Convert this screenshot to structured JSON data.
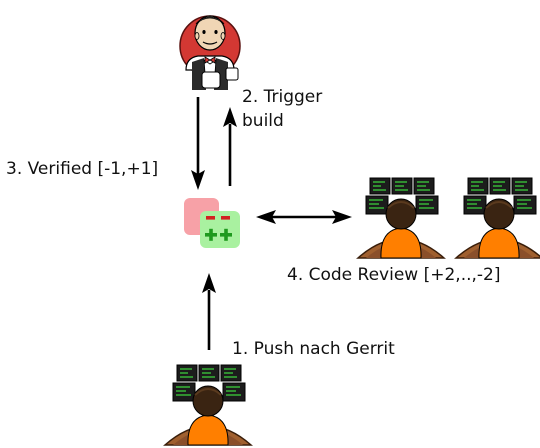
{
  "labels": {
    "trigger_line1": "2. Trigger",
    "trigger_line2": "build",
    "verified": "3. Verified [-1,+1]",
    "code_review": "4. Code Review [+2,..,-2]",
    "push": "1. Push nach Gerrit"
  },
  "gerrit_icon": {
    "minus_glyph": "−−",
    "plus_glyph": "++"
  },
  "icons": [
    "jenkins-butler-icon",
    "gerrit-review-icon",
    "developer-workstation-icon"
  ],
  "colors": {
    "arrow": "#000000",
    "jenkins_red": "#d33833",
    "gerrit_pink": "#f7a1a7",
    "gerrit_green": "#a9f1a0",
    "minus_red": "#d22121",
    "plus_green": "#1e9a1e",
    "developer_shirt": "#ff7f00",
    "desk_brown": "#8a4f2a"
  }
}
